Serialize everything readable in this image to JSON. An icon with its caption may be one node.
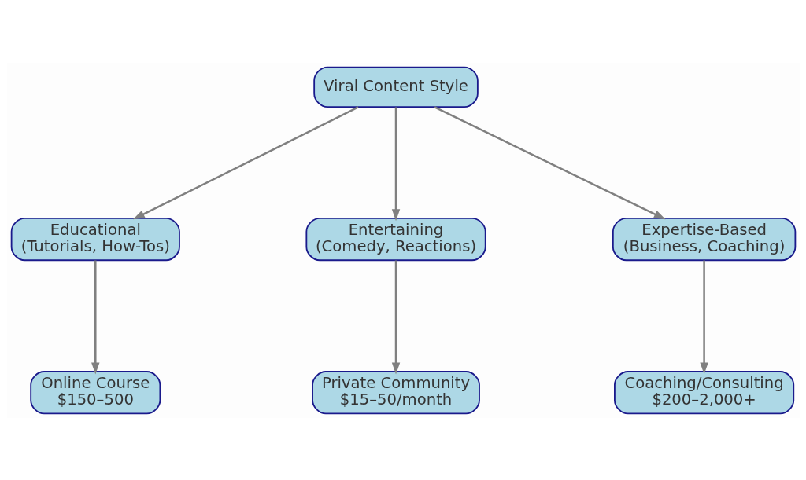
{
  "diagram": {
    "nodes": [
      {
        "text": [
          "Viral Content Style"
        ]
      },
      {
        "text": [
          "Educational",
          "(Tutorials, How-Tos)"
        ]
      },
      {
        "text": [
          "Entertaining",
          "(Comedy, Reactions)"
        ]
      },
      {
        "text": [
          "Expertise-Based",
          "(Business, Coaching)"
        ]
      },
      {
        "text": [
          "Online Course",
          "$150–500"
        ]
      },
      {
        "text": [
          "Private Community",
          "$15–50/month"
        ]
      },
      {
        "text": [
          "Coaching/Consulting",
          "$200–2,000+"
        ]
      }
    ],
    "edges": [
      {
        "from": 0,
        "to": 1,
        "arrow": "to"
      },
      {
        "from": 0,
        "to": 2,
        "arrow": "to"
      },
      {
        "from": 0,
        "to": 3,
        "arrow": "to"
      },
      {
        "from": 1,
        "to": 4,
        "arrow": "to"
      },
      {
        "from": 2,
        "to": 5,
        "arrow": "to"
      },
      {
        "from": 3,
        "to": 6,
        "arrow": "to"
      }
    ]
  }
}
